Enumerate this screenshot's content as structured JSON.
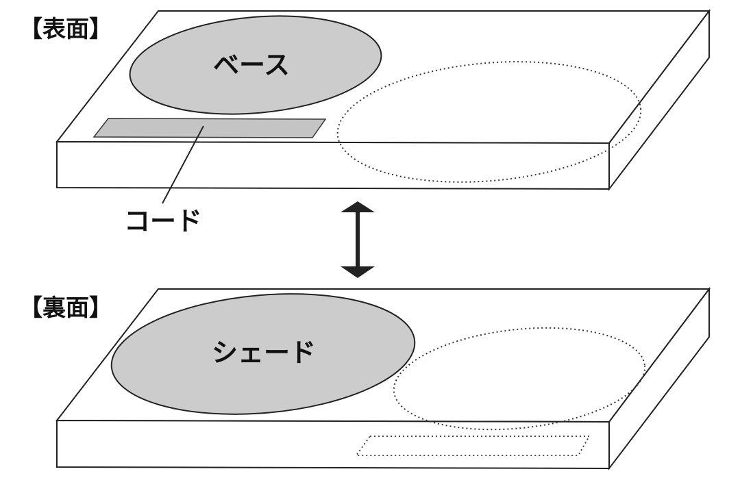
{
  "front": {
    "title": "【表面】",
    "base_label": "ベース",
    "cord_label": "コード"
  },
  "back": {
    "title": "【裏面】",
    "shade_label": "シェード"
  },
  "colors": {
    "stroke": "#222222",
    "fill_gray": "#cccccc",
    "board_face": "#ffffff"
  },
  "icons": {
    "swap": "double-headed-vertical-arrow"
  }
}
